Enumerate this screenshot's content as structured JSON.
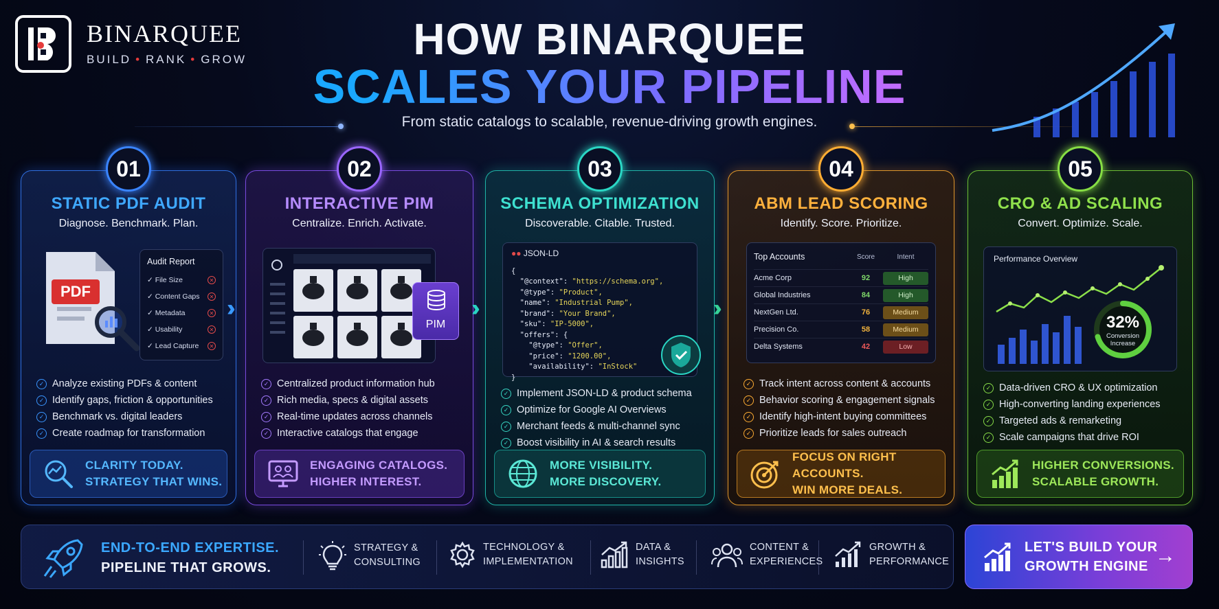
{
  "brand": {
    "name": "BINARQUEE",
    "tag_build": "BUILD",
    "tag_rank": "RANK",
    "tag_grow": "GROW",
    "sep": "•"
  },
  "header": {
    "line1": "HOW BINARQUEE",
    "line2": "SCALES YOUR PIPELINE",
    "subtitle": "From static catalogs to scalable, revenue-driving growth engines."
  },
  "steps": [
    {
      "num": "01",
      "title": "STATIC PDF AUDIT",
      "tagline": "Diagnose. Benchmark. Plan.",
      "visual": {
        "pdf_label": "PDF",
        "report_title": "Audit Report",
        "report_items": [
          "File Size",
          "Content Gaps",
          "Metadata",
          "Usability",
          "Lead Capture"
        ]
      },
      "bullets": [
        "Analyze existing PDFs & content",
        "Identify gaps, friction & opportunities",
        "Benchmark vs. digital leaders",
        "Create roadmap for transformation"
      ],
      "cta": [
        "CLARITY TODAY.",
        "STRATEGY THAT WINS."
      ],
      "color": "#3a84ff"
    },
    {
      "num": "02",
      "title": "INTERACTIVE PIM",
      "tagline": "Centralize. Enrich. Activate.",
      "visual": {
        "badge": "PIM"
      },
      "bullets": [
        "Centralized product information hub",
        "Rich media, specs & digital assets",
        "Real-time updates across channels",
        "Interactive catalogs that engage"
      ],
      "cta": [
        "ENGAGING CATALOGS.",
        "HIGHER INTEREST."
      ],
      "color": "#9a66ff"
    },
    {
      "num": "03",
      "title": "SCHEMA OPTIMIZATION",
      "tagline": "Discoverable. Citable. Trusted.",
      "visual": {
        "header": "JSON-LD",
        "lines": [
          [
            "{",
            ""
          ],
          [
            "  \"@context\": ",
            "\"https://schema.org\","
          ],
          [
            "  \"@type\": ",
            "\"Product\","
          ],
          [
            "  \"name\": ",
            "\"Industrial Pump\","
          ],
          [
            "  \"brand\": ",
            "\"Your Brand\","
          ],
          [
            "  \"sku\": ",
            "\"IP-5000\","
          ],
          [
            "  \"offers\": {",
            ""
          ],
          [
            "    \"@type\": ",
            "\"Offer\","
          ],
          [
            "    \"price\": ",
            "\"1200.00\","
          ],
          [
            "    \"availability\": ",
            "\"InStock\""
          ],
          [
            "}",
            ""
          ]
        ]
      },
      "bullets": [
        "Implement JSON-LD & product schema",
        "Optimize for Google AI Overviews",
        "Merchant feeds & multi-channel sync",
        "Boost visibility in AI & search results"
      ],
      "cta": [
        "MORE VISIBILITY.",
        "MORE DISCOVERY."
      ],
      "color": "#2ad6c4"
    },
    {
      "num": "04",
      "title": "ABM LEAD SCORING",
      "tagline": "Identify. Score. Prioritize.",
      "visual": {
        "table_title": "Top Accounts",
        "col_score": "Score",
        "col_intent": "Intent",
        "rows": [
          {
            "name": "Acme Corp",
            "score": "92",
            "intent": "High",
            "level": "high"
          },
          {
            "name": "Global Industries",
            "score": "84",
            "intent": "High",
            "level": "high"
          },
          {
            "name": "NextGen Ltd.",
            "score": "76",
            "intent": "Medium",
            "level": "medium"
          },
          {
            "name": "Precision Co.",
            "score": "58",
            "intent": "Medium",
            "level": "medium"
          },
          {
            "name": "Delta Systems",
            "score": "42",
            "intent": "Low",
            "level": "low"
          }
        ]
      },
      "bullets": [
        "Track intent across content & accounts",
        "Behavior scoring & engagement signals",
        "Identify high-intent buying committees",
        "Prioritize leads for sales outreach"
      ],
      "cta": [
        "FOCUS ON RIGHT ACCOUNTS.",
        "WIN MORE DEALS."
      ],
      "color": "#ffad33"
    },
    {
      "num": "05",
      "title": "CRO & AD SCALING",
      "tagline": "Convert. Optimize. Scale.",
      "visual": {
        "title": "Performance Overview",
        "gauge_value": "32%",
        "gauge_label1": "Conversion",
        "gauge_label2": "Increase",
        "gauge_fraction": 0.32
      },
      "bullets": [
        "Data-driven CRO & UX optimization",
        "High-converting landing experiences",
        "Targeted ads & remarketing",
        "Scale campaigns that drive ROI"
      ],
      "cta": [
        "HIGHER CONVERSIONS.",
        "SCALABLE GROWTH."
      ],
      "color": "#86dd44"
    }
  ],
  "footer": {
    "headline1": "END-TO-END EXPERTISE.",
    "headline2": "PIPELINE THAT GROWS.",
    "items": [
      {
        "l1": "STRATEGY &",
        "l2": "CONSULTING",
        "icon": "lightbulb-icon"
      },
      {
        "l1": "TECHNOLOGY &",
        "l2": "IMPLEMENTATION",
        "icon": "gear-icon"
      },
      {
        "l1": "DATA &",
        "l2": "INSIGHTS",
        "icon": "bar-chart-icon"
      },
      {
        "l1": "CONTENT &",
        "l2": "EXPERIENCES",
        "icon": "people-icon"
      },
      {
        "l1": "GROWTH &",
        "l2": "PERFORMANCE",
        "icon": "growth-chart-icon"
      }
    ],
    "cta1": "LET'S BUILD YOUR",
    "cta2": "GROWTH ENGINE",
    "arrow": "→"
  },
  "colors": {
    "background": "#060a1c",
    "blue": "#3a84ff",
    "purple": "#9a66ff",
    "teal": "#2ad6c4",
    "orange": "#ffad33",
    "green": "#86dd44",
    "intent_high": "#3e9a3e",
    "intent_medium": "#b88418",
    "intent_low": "#b83232"
  }
}
